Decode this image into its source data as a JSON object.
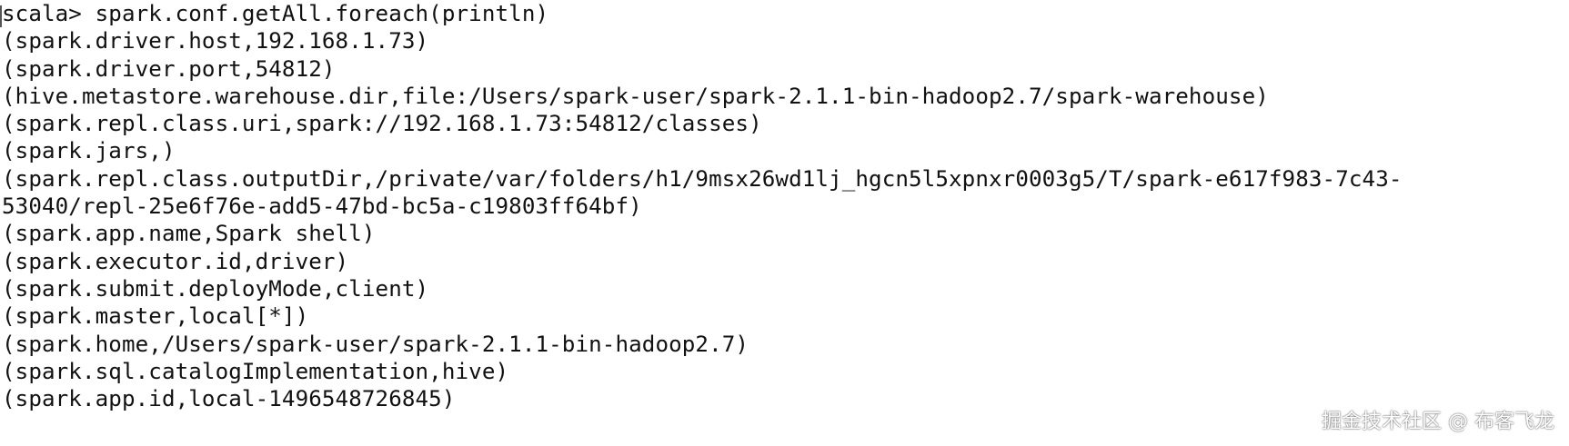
{
  "terminal": {
    "lines": [
      "scala> spark.conf.getAll.foreach(println)",
      "(spark.driver.host,192.168.1.73)",
      "(spark.driver.port,54812)",
      "(hive.metastore.warehouse.dir,file:/Users/spark-user/spark-2.1.1-bin-hadoop2.7/spark-warehouse)",
      "(spark.repl.class.uri,spark://192.168.1.73:54812/classes)",
      "(spark.jars,)",
      "(spark.repl.class.outputDir,/private/var/folders/h1/9msx26wd1lj_hgcn5l5xpnxr0003g5/T/spark-e617f983-7c43-",
      "53040/repl-25e6f76e-add5-47bd-bc5a-c19803ff64bf)",
      "(spark.app.name,Spark shell)",
      "(spark.executor.id,driver)",
      "(spark.submit.deployMode,client)",
      "(spark.master,local[*])",
      "(spark.home,/Users/spark-user/spark-2.1.1-bin-hadoop2.7)",
      "(spark.sql.catalogImplementation,hive)",
      "(spark.app.id,local-1496548726845)"
    ]
  },
  "watermark": {
    "text": "掘金技术社区 @ 布客飞龙"
  },
  "colors": {
    "background": "#ffffff",
    "text": "#111111"
  }
}
